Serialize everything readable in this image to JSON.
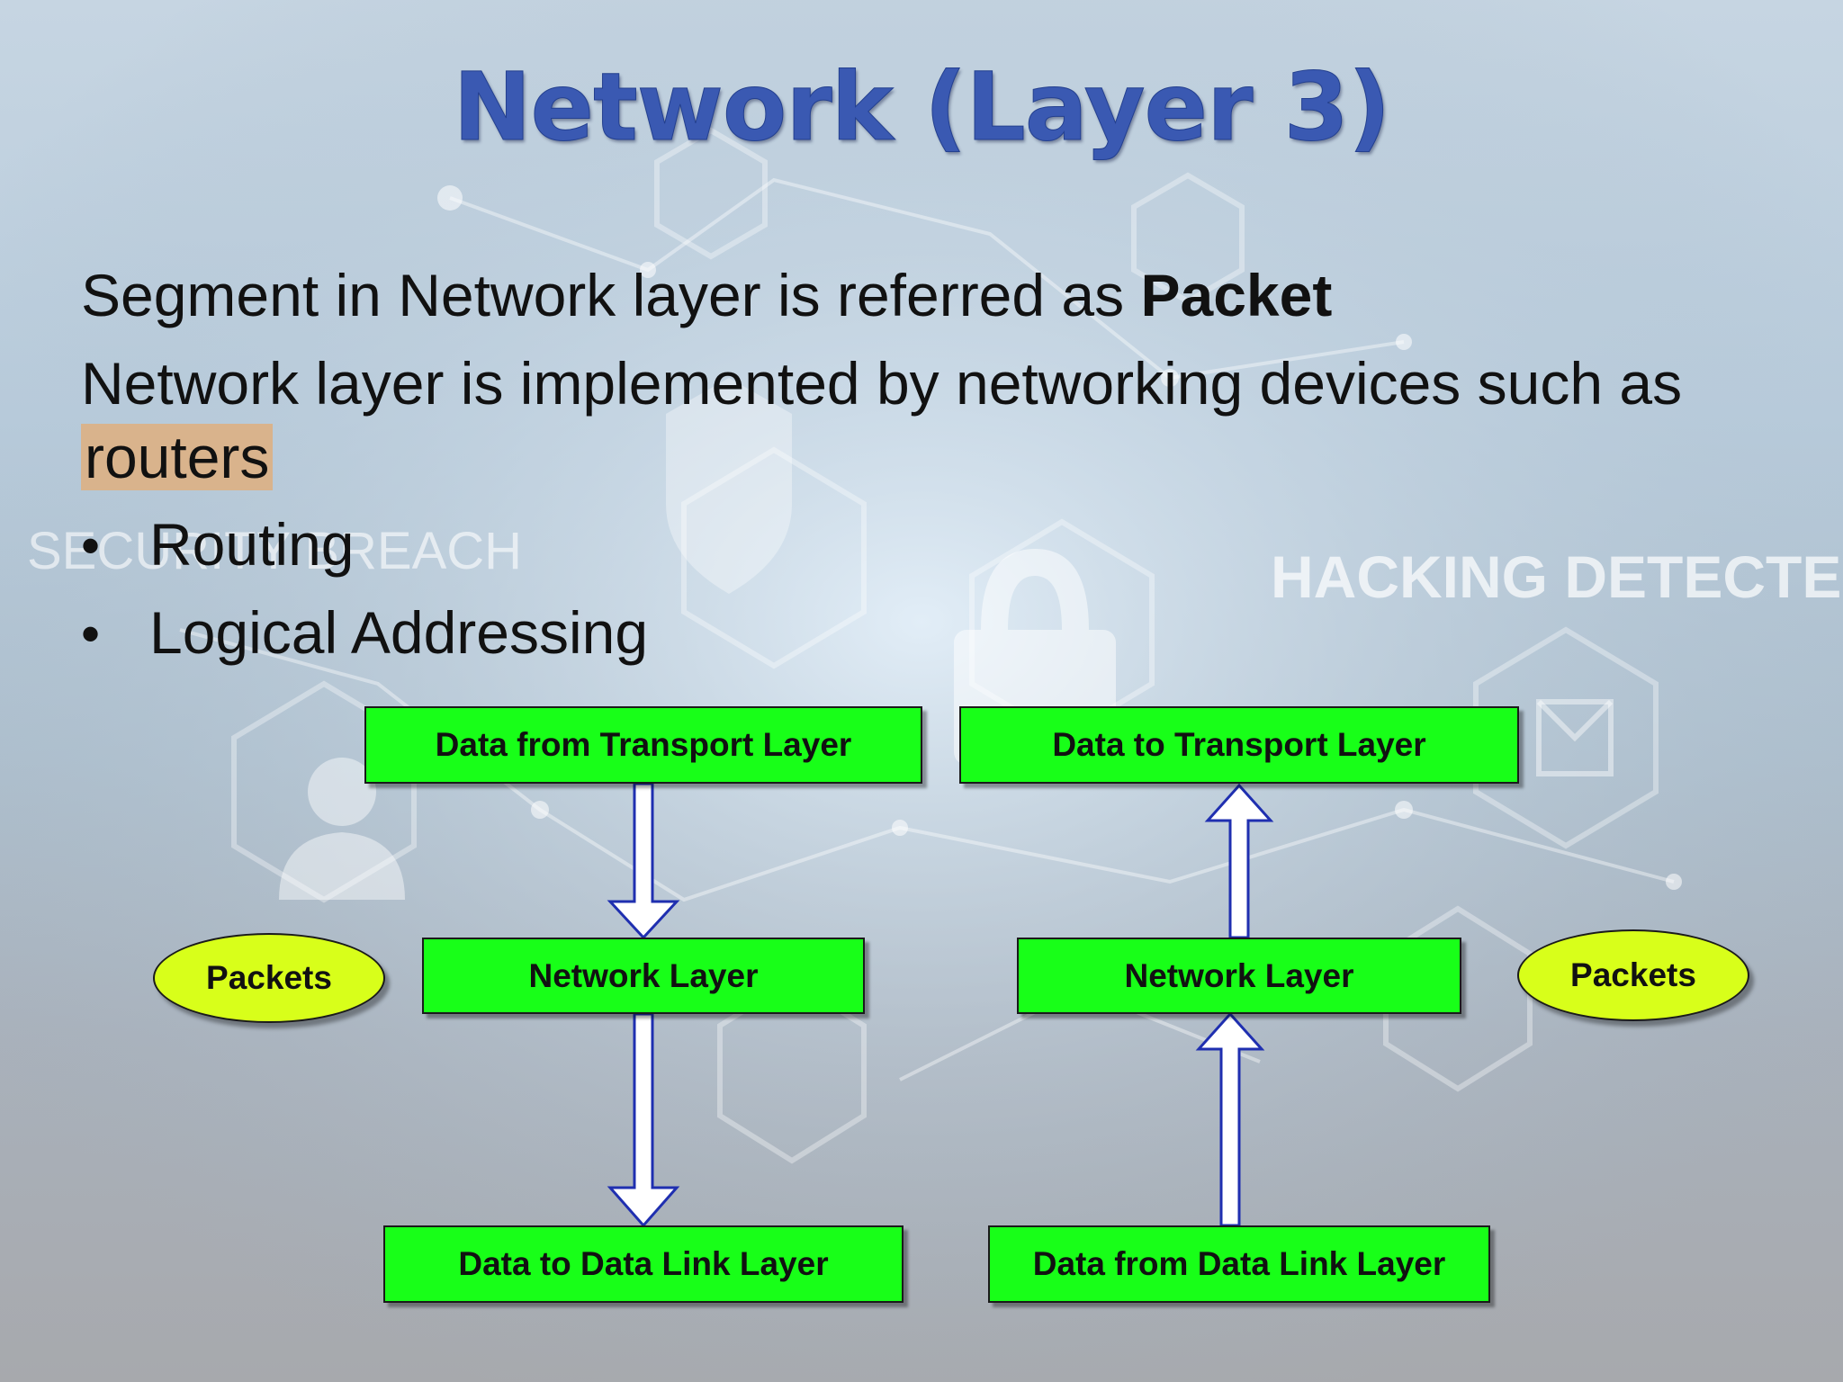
{
  "title": "Network (Layer 3)",
  "body": {
    "line1_prefix": "Segment in Network layer is referred as ",
    "line1_bold": "Packet",
    "line2": "Network layer is implemented by networking devices such as",
    "line3_highlight": "routers",
    "bullets": [
      "Routing",
      "Logical Addressing"
    ],
    "bullet_symbol": "•"
  },
  "background": {
    "text_left": "SECURITY BREACH",
    "text_right": "HACKING DETECTED"
  },
  "diagram": {
    "sender": {
      "top": "Data from Transport Layer",
      "middle": "Network Layer",
      "bottom": "Data to Data Link Layer",
      "side": "Packets"
    },
    "receiver": {
      "top": "Data to Transport Layer",
      "middle": "Network Layer",
      "bottom": "Data from Data Link Layer",
      "side": "Packets"
    }
  },
  "colors": {
    "box_fill": "#18ff18",
    "ellipse_fill": "#d8ff1a",
    "title": "#3a59b2",
    "highlight": "#d9b38c",
    "arrow_stroke": "#1f2fb0"
  }
}
